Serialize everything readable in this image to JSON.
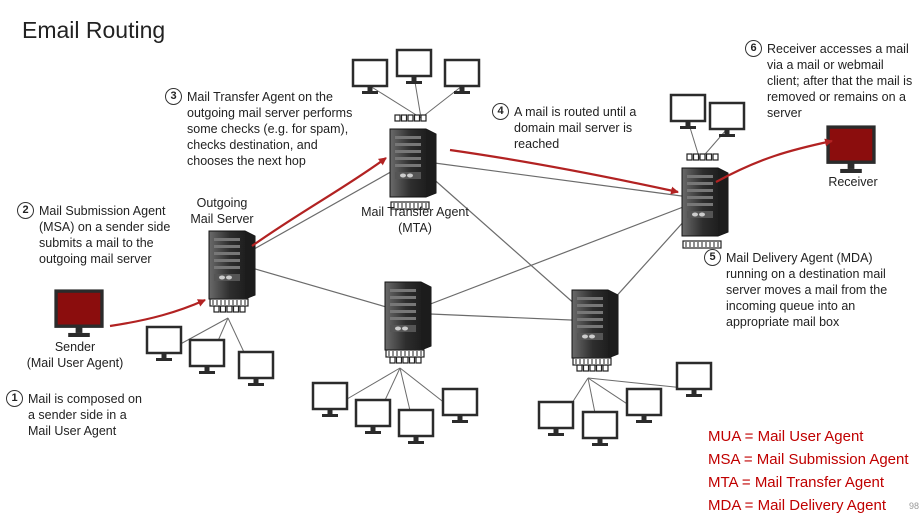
{
  "title": "Email Routing",
  "colors": {
    "accent": "#b22222",
    "legend": "#c00000",
    "server": "#3a3a3a"
  },
  "icons": [
    "desktop-monitor-icon",
    "server-tower-icon",
    "red-monitor-icon"
  ],
  "steps": [
    {
      "number": "1",
      "text": "Mail is composed on\na sender side in a\nMail User Agent"
    },
    {
      "number": "2",
      "text": "Mail Submission Agent\n(MSA) on a sender side\nsubmits a mail to the\noutgoing mail server"
    },
    {
      "number": "3",
      "text": "Mail Transfer Agent on the\noutgoing mail server performs\nsome checks (e.g. for spam),\nchecks destination, and\nchooses the next hop"
    },
    {
      "number": "4",
      "text": "A mail is routed until a\ndomain mail server is\nreached"
    },
    {
      "number": "5",
      "text": "Mail Delivery Agent (MDA)\nrunning on a destination mail\nserver moves a mail from the\nincoming queue into an\nappropriate mail box"
    },
    {
      "number": "6",
      "text": "Receiver accesses a mail\nvia a mail or webmail\nclient; after that the mail is\nremoved or remains on a\nserver"
    }
  ],
  "labels": {
    "outgoing": "Outgoing\nMail Server",
    "mta": "Mail Transfer Agent\n(MTA)",
    "sender": "Sender\n(Mail User Agent)",
    "receiver": "Receiver"
  },
  "legend": [
    "MUA = Mail User Agent",
    "MSA = Mail Submission Agent",
    "MTA = Mail Transfer Agent",
    "MDA = Mail Delivery Agent"
  ],
  "page_number": "98"
}
